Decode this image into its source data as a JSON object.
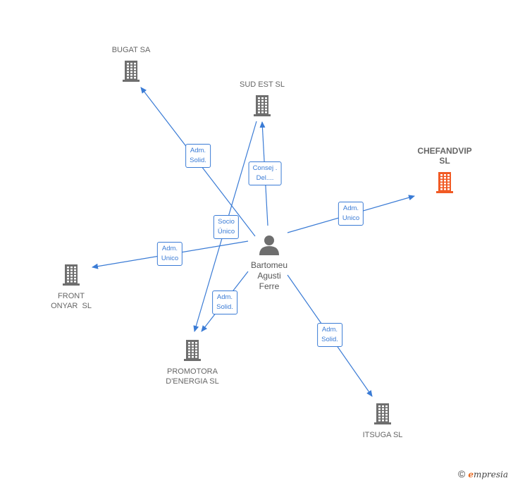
{
  "center": {
    "name_lines": [
      "Bartomeu",
      "Agusti",
      "Ferre"
    ]
  },
  "companies": [
    {
      "id": "bugat",
      "lines": [
        "BUGAT SA"
      ],
      "highlight": false
    },
    {
      "id": "sudest",
      "lines": [
        "SUD EST SL"
      ],
      "highlight": false
    },
    {
      "id": "chefandvip",
      "lines": [
        "CHEFANDVIP",
        "SL"
      ],
      "highlight": true
    },
    {
      "id": "front",
      "lines": [
        "FRONT",
        "ONYAR  SL"
      ],
      "highlight": false
    },
    {
      "id": "promotora",
      "lines": [
        "PROMOTORA",
        "D'ENERGIA SL"
      ],
      "highlight": false
    },
    {
      "id": "itsuga",
      "lines": [
        "ITSUGA SL"
      ],
      "highlight": false
    }
  ],
  "edges": [
    {
      "target": "bugat",
      "label": [
        "Adm.",
        "Solid."
      ]
    },
    {
      "target": "sudest",
      "label": [
        "Consej .",
        "Del...."
      ]
    },
    {
      "target": "chefandvip",
      "label": [
        "Adm.",
        "Unico"
      ]
    },
    {
      "target": "front",
      "label": [
        "Adm.",
        "Unico"
      ]
    },
    {
      "target": "promotora",
      "label": [
        "Socio",
        "Único"
      ]
    },
    {
      "target": "promotora",
      "label": [
        "Adm.",
        "Solid."
      ]
    },
    {
      "target": "itsuga",
      "label": [
        "Adm.",
        "Solid."
      ]
    }
  ],
  "colors": {
    "edge": "#3a7bd5",
    "company": "#6e6e6e",
    "highlight": "#f15a24",
    "person": "#6e6e6e"
  },
  "brand": {
    "copyright": "©",
    "initial": "e",
    "rest": "mpresia"
  }
}
